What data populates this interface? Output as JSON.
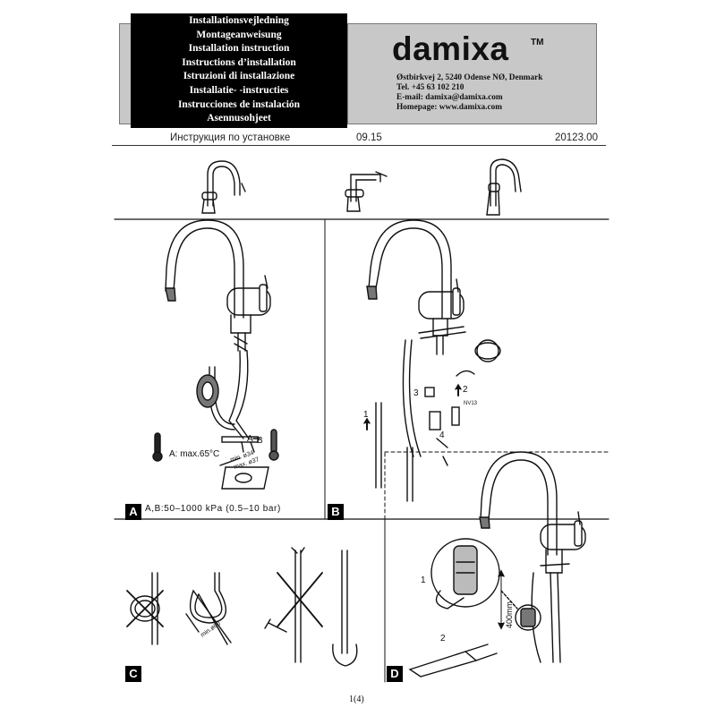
{
  "header": {
    "titles": [
      "Installationsvejledning",
      "Montageanweisung",
      "Installation instruction",
      "Instructions d’installation",
      "Istruzioni di installazione",
      "Installatie- -instructies",
      "Instrucciones de instalación",
      "Asennusohjeet"
    ],
    "brand": "damixa",
    "brand_tm": "TM",
    "address": "Østbirkvej 2, 5240 Odense NØ, Denmark",
    "phone": "Tel. +45 63 102 210",
    "email": "E-mail: damixa@damixa.com",
    "homepage": "Homepage: www.damixa.com"
  },
  "subtitle": {
    "russian": "Инструкция по установке",
    "date": "09.15",
    "code": "20123.00"
  },
  "panels": {
    "a": {
      "label": "A",
      "pressure_spec": "A,B:50–1000 kPa (0.5–10 bar)",
      "temp_spec": "A:  max.65°C",
      "hose_a": "A",
      "hose_b": "B",
      "hole_min": "min. ø34",
      "hole_max": "max. ø37"
    },
    "b": {
      "label": "B",
      "steps": [
        "1",
        "2",
        "3",
        "4"
      ],
      "nut_size": "NV13"
    },
    "c": {
      "label": "C",
      "bend_radius": "min.ø60"
    },
    "d": {
      "label": "D",
      "steps": [
        "1",
        "2"
      ],
      "distance": "400mm"
    }
  },
  "footer": {
    "page": "1(4)"
  }
}
